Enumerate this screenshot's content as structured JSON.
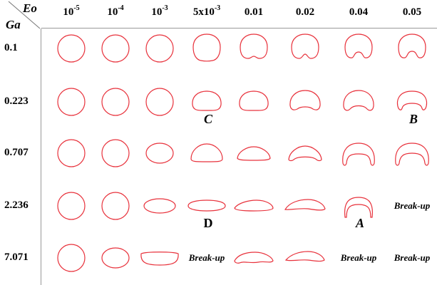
{
  "corner": {
    "col_label": "Eo",
    "row_label": "Ga"
  },
  "columns": [
    {
      "base": "10",
      "exp": "-5"
    },
    {
      "base": "10",
      "exp": "-4"
    },
    {
      "base": "10",
      "exp": "-3"
    },
    {
      "base": "5x10",
      "exp": "-3"
    },
    {
      "base": "0.01",
      "exp": ""
    },
    {
      "base": "0.02",
      "exp": ""
    },
    {
      "base": "0.04",
      "exp": ""
    },
    {
      "base": "0.05",
      "exp": ""
    }
  ],
  "rows": [
    "0.1",
    "0.223",
    "0.707",
    "2.236",
    "7.071"
  ],
  "shapes": [
    [
      "circle",
      "circle",
      "circle",
      "circle-flat",
      "flat-bottom",
      "dimple-small",
      "dimple",
      "dimple-deep"
    ],
    [
      "circle",
      "circle",
      "circle",
      "cap",
      "cap",
      "cap-dimple",
      "cap-dimple-deep",
      "cap-skirt"
    ],
    [
      "circle",
      "circle",
      "ellipse",
      "lens-thick",
      "lens",
      "lens-curved",
      "skirt",
      "skirt-wide"
    ],
    [
      "circle",
      "circle",
      "ellipse-flat",
      "disk",
      "disk-thin",
      "disk-curved",
      "skirt-tall",
      "break"
    ],
    [
      "circle",
      "ellipse",
      "barrel",
      "break",
      "disk-wavy",
      "disk-arc",
      "break",
      "break"
    ]
  ],
  "break_label": "Break-up",
  "letters": [
    {
      "row": 1,
      "col": 3,
      "text": "C",
      "italic": true
    },
    {
      "row": 1,
      "col": 7,
      "text": "B",
      "italic": true
    },
    {
      "row": 3,
      "col": 3,
      "text": "D",
      "italic": false
    },
    {
      "row": 3,
      "col": 6,
      "text": "A",
      "italic": true
    }
  ],
  "stroke_color": "#e8323c",
  "axis_color": "#999999"
}
